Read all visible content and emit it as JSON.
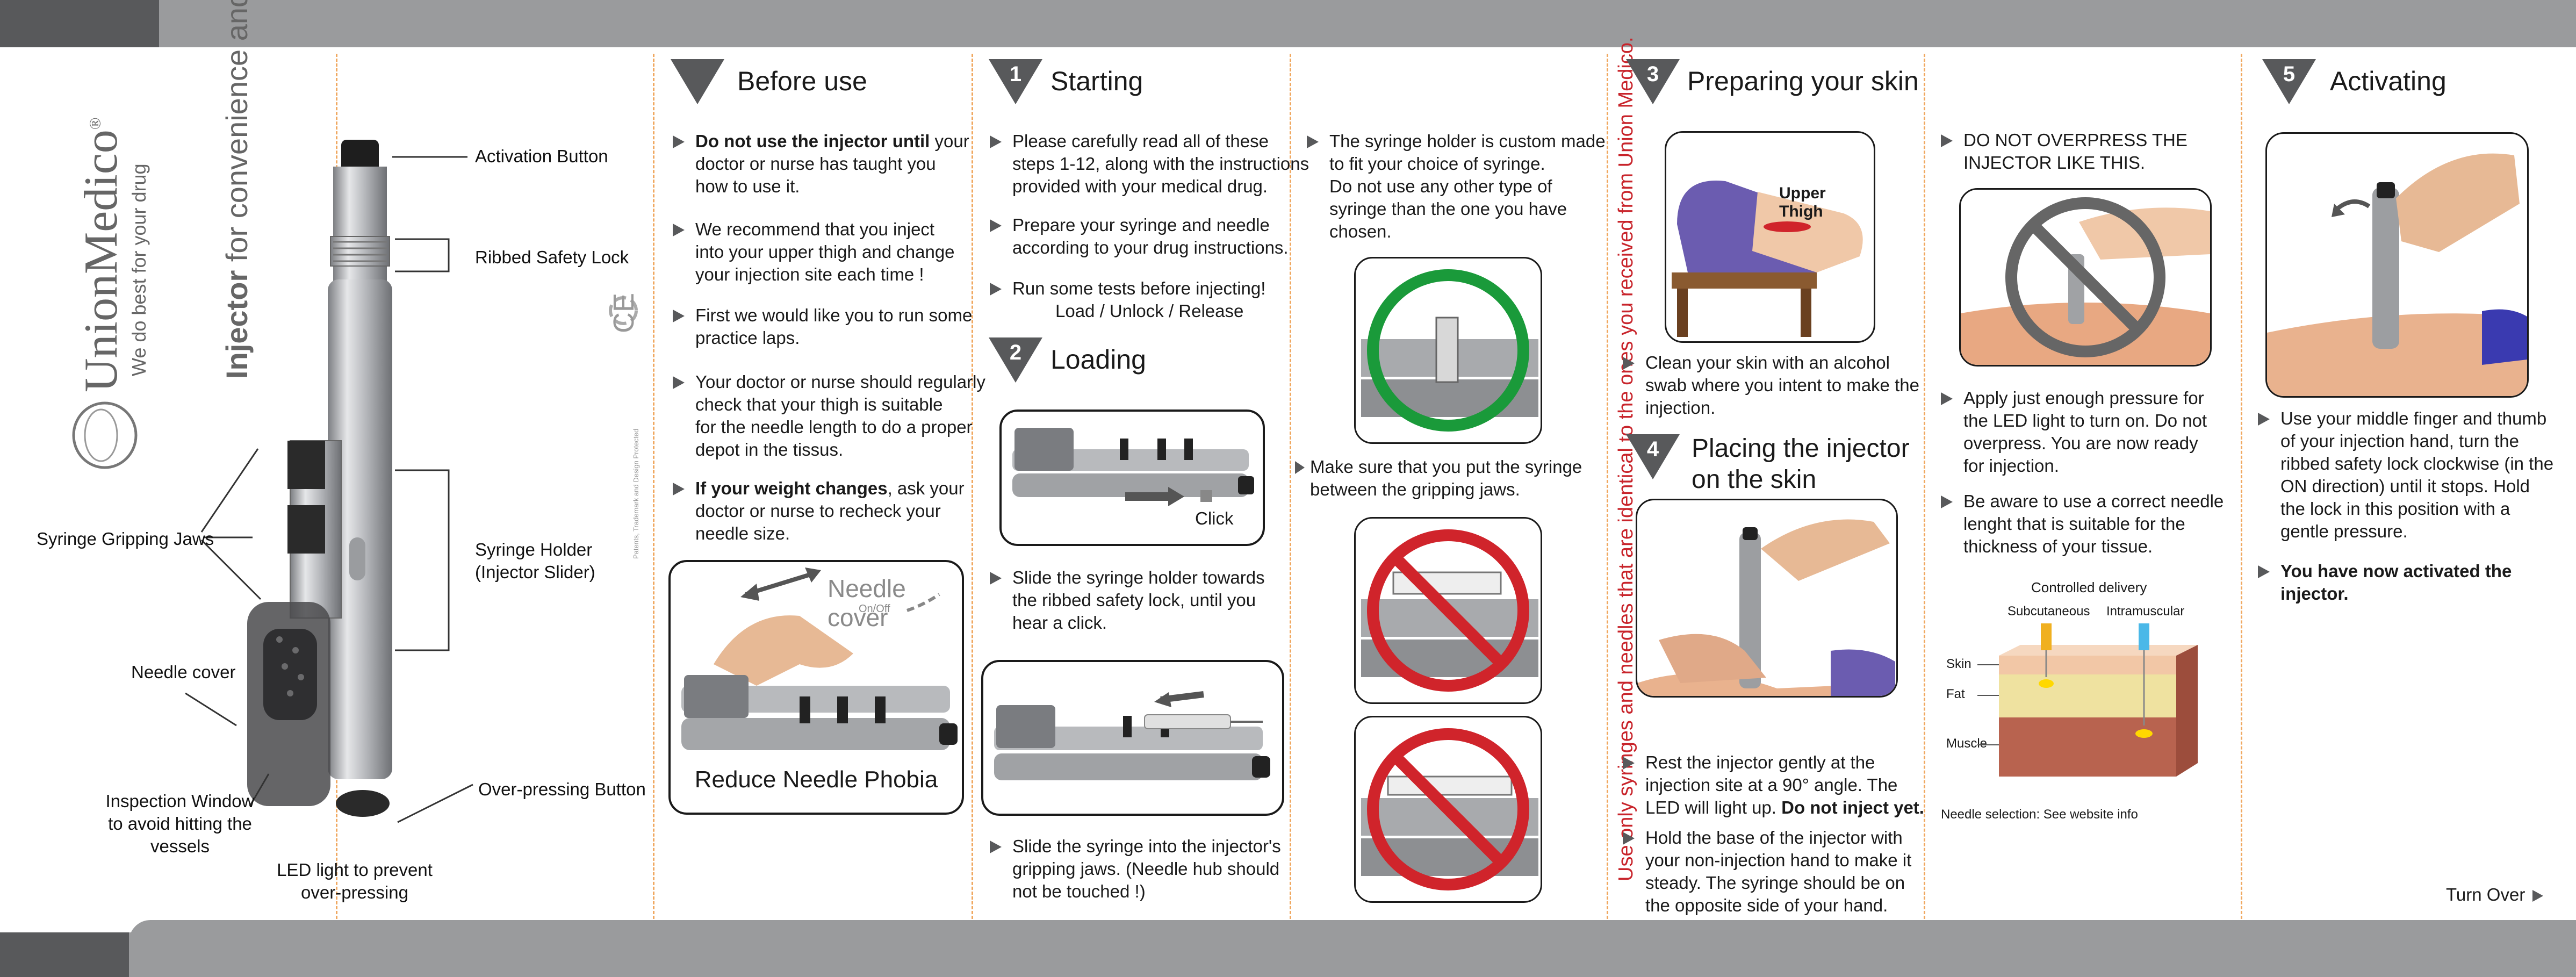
{
  "brand": {
    "name": "UnionMedico",
    "registered": "®",
    "tagline": "We do best for your drug",
    "product_word": "Injector",
    "product_rest": " for convenience and safety",
    "ce_mark": "CE",
    "small_note": "Patents, Trademark and Design Protected"
  },
  "device_labels": {
    "activation": "Activation Button",
    "ribbed": "Ribbed Safety Lock",
    "gripping": "Syringe Gripping Jaws",
    "holder": "Syringe Holder\n(Injector Slider)",
    "holder_l1": "Syringe Holder",
    "holder_l2": "(Injector Slider)",
    "needle_cover": "Needle cover",
    "inspection_l1": "Inspection Window",
    "inspection_l2": "to avoid hitting the",
    "inspection_l3": "vessels",
    "overpress": "Over-pressing Button",
    "led_l1": "LED light to prevent",
    "led_l2": "over-pressing"
  },
  "before_use": {
    "title": "Before use",
    "i1_bold": "Do not use the injector until",
    "i1_rest": " your",
    "i1_l2": "doctor or nurse has taught you",
    "i1_l3": "how to use it.",
    "i2_l1": "We recommend that you inject",
    "i2_l2": "into your upper thigh and change",
    "i2_l3": "your injection site each time !",
    "i3_l1": "First we would like you to run some",
    "i3_l2": "practice laps.",
    "i4_l1": "Your doctor or nurse should regularly",
    "i4_l2": "check that your thigh is suitable",
    "i4_l3": "for the needle length to do a proper",
    "i4_l4": "depot in the tissus.",
    "i5_bold": "If your weight changes",
    "i5_rest": ", ask your",
    "i5_l2": "doctor or nurse to recheck your",
    "i5_l3": "needle size.",
    "box_needle_cover": "Needle cover",
    "box_onoff": "On/Off",
    "box_caption": "Reduce Needle Phobia"
  },
  "starting": {
    "num": "1",
    "title": "Starting",
    "i1_l1": "Please carefully read all of these",
    "i1_l2": "steps 1-12, along with the instructions",
    "i1_l3": "provided with your medical drug.",
    "i2_l1": "Prepare your syringe and needle",
    "i2_l2": "according to your drug instructions.",
    "i3_l1": "Run some tests before injecting!",
    "i3_l2": "Load / Unlock / Release"
  },
  "loading": {
    "num": "2",
    "title": "Loading",
    "click": "Click",
    "i1_l1": "Slide the syringe holder towards",
    "i1_l2": "the ribbed safety lock, until you",
    "i1_l3": "hear a click.",
    "i2_l1": "Slide the syringe into the injector's",
    "i2_l2": "gripping jaws. (Needle hub should",
    "i2_l3": "not be touched !)"
  },
  "syringe_col": {
    "i1_l1": "The syringe holder is custom made",
    "i1_l2": "to fit your choice of syringe.",
    "i1_l3": "Do not use any other type  of",
    "i1_l4": "syringe than the one you have",
    "i1_l5": "chosen.",
    "i2_l1": "Make sure that you put the syringe",
    "i2_l2": "between the gripping jaws.",
    "vertical_note": "Use only syringes and needles that are identical to the ones you received from Union Medico."
  },
  "prep_skin": {
    "num": "3",
    "title": "Preparing your skin",
    "thigh_label": "Upper Thigh",
    "i1_l1": "Clean your skin with an alcohol",
    "i1_l2": "swab where you intent to make the",
    "i1_l3": "injection."
  },
  "placing": {
    "num": "4",
    "title_l1": "Placing the injector",
    "title_l2": "on the skin",
    "i1_l1": "Rest the injector gently at the",
    "i1_l2": "injection site at a  90° angle. The",
    "i1_l3_a": "LED will light up. ",
    "i1_l3_b": "Do not inject yet.",
    "i2_l1": "Hold the base of the injector with",
    "i2_l2": "your non-injection hand to make it",
    "i2_l3": "steady. The syringe should be on",
    "i2_l4": "the opposite side of your hand."
  },
  "overpress_col": {
    "i1_l1": "DO NOT OVERPRESS THE",
    "i1_l2": "INJECTOR LIKE THIS.",
    "i2_l1": "Apply just enough pressure for",
    "i2_l2": "the LED light to turn on. Do not",
    "i2_l3": "overpress. You are now ready",
    "i2_l4": "for injection.",
    "i3_l1": "Be aware to use a correct needle",
    "i3_l2": "lenght that is suitable for the",
    "i3_l3": "thickness of your tissue.",
    "diagram_title": "Controlled delivery",
    "sub": "Subcutaneous",
    "intra": "Intramuscular",
    "skin": "Skin",
    "fat": "Fat",
    "muscle": "Muscle",
    "needle_sel": "Needle selection: See website info"
  },
  "activating": {
    "num": "5",
    "title": "Activating",
    "i1_l1": "Use your middle finger and thumb",
    "i1_l2": "of your injection hand, turn the",
    "i1_l3": "ribbed safety lock clockwise (in the",
    "i1_l4": "ON direction) until it stops.  Hold",
    "i1_l5": "the lock in this position with a",
    "i1_l6": "gentle pressure.",
    "i2_l1": "You have now activated the",
    "i2_l2": "injector.",
    "turn_over": "Turn Over"
  },
  "colors": {
    "bar": "#9a9b9d",
    "bar_dark": "#58595b",
    "fold": "#f0a860",
    "ok_green": "#1a9a3a",
    "no_red": "#d0242b",
    "note_red": "#c8242b",
    "skin_layer": "#f2c7a6",
    "fat_layer": "#efe2a0",
    "muscle_layer": "#b8634f"
  }
}
